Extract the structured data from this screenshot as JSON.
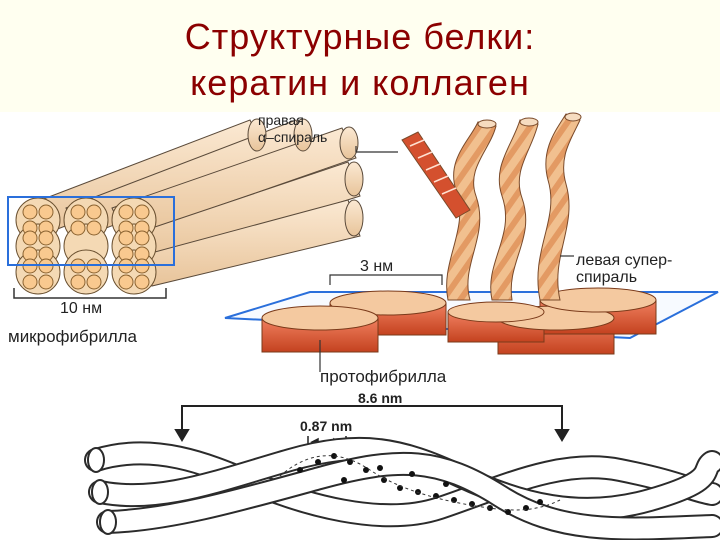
{
  "slide": {
    "title_line1": "Структурные белки:",
    "title_line2": "кератин и коллаген"
  },
  "labels": {
    "right_alpha_line1": "правая",
    "right_alpha_line2": "α–спираль",
    "left_super_line1": "левая супер-",
    "left_super_line2": "спираль",
    "dim_3nm": "3 нм",
    "dim_10nm": "10 нм",
    "microfibril": "микрофибрилла",
    "protofibril": "протофибрилла",
    "dim_86nm": "8.6 nm",
    "dim_087nm": "0.87 nm"
  },
  "colors": {
    "title": "#8b0000",
    "title_band": "#fffff0",
    "cylinder": "#f6dcbc",
    "cylinder_dark": "#e0b68a",
    "fibril_red": "#d4502e",
    "fibril_light": "#f1b889",
    "plane_blue": "#2a6fdb",
    "stroke": "#4a3a2a"
  }
}
